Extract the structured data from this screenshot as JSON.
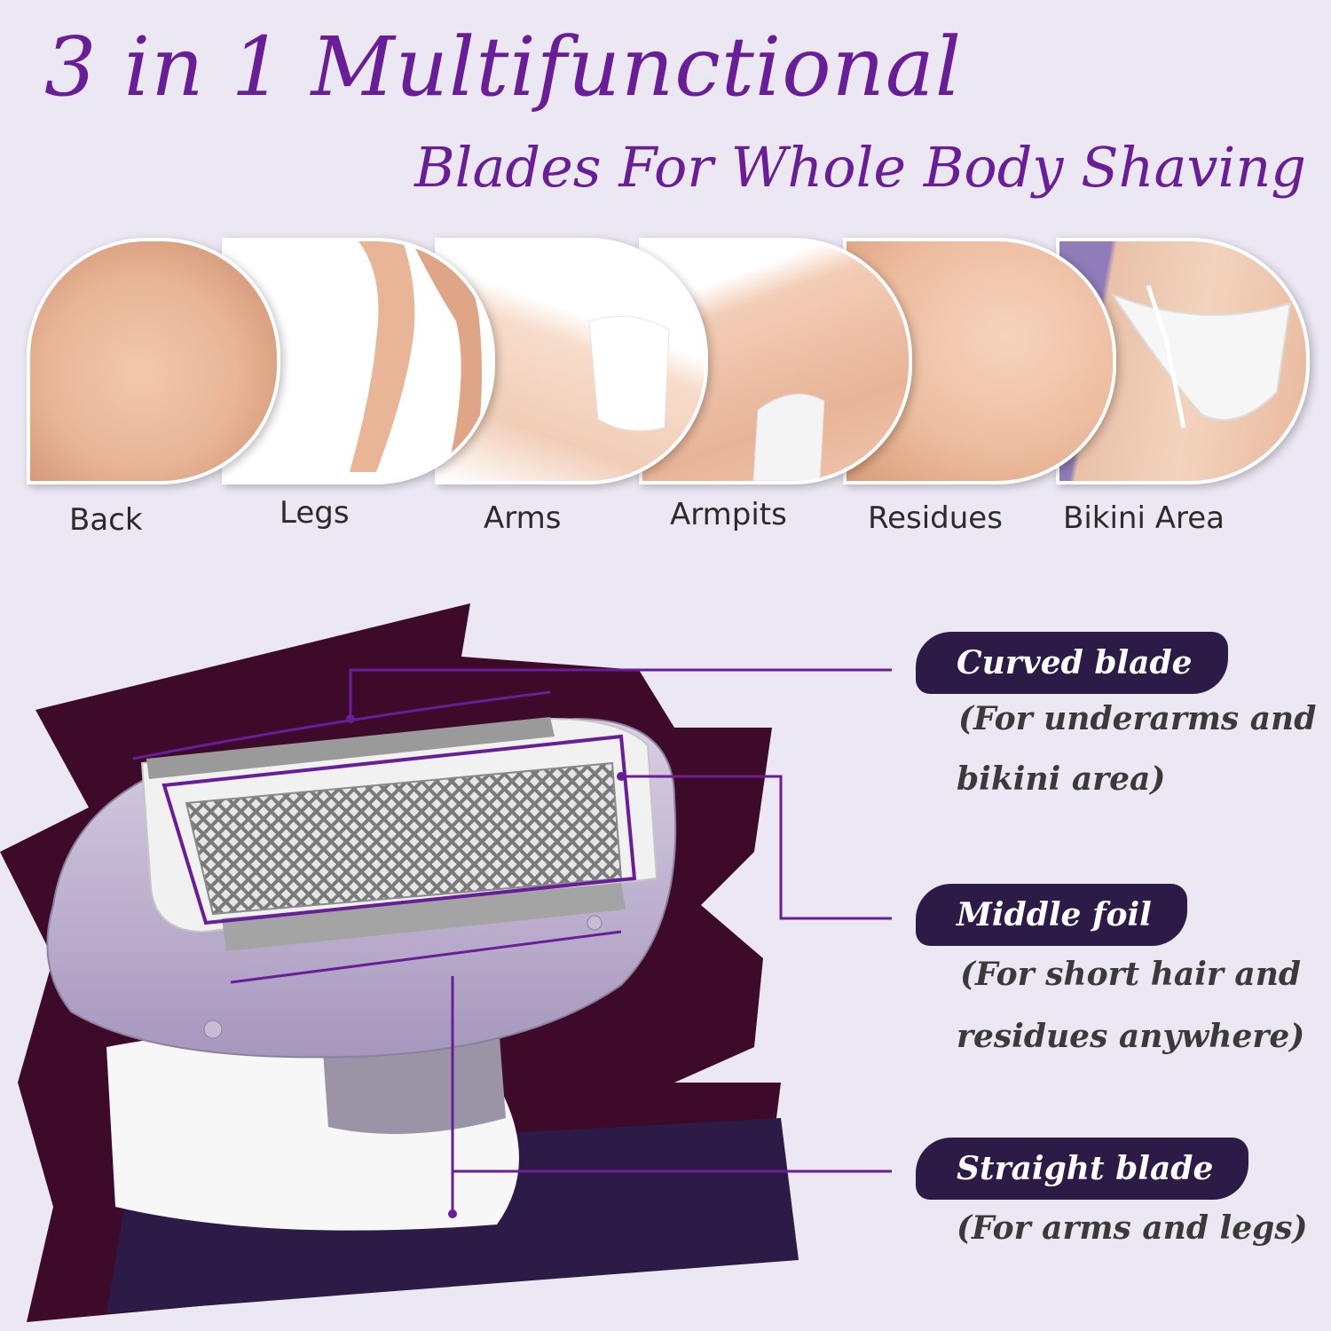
{
  "heading": {
    "line1": "3 in 1 Multifunctional",
    "line2": "Blades For Whole Body Shaving"
  },
  "areas": [
    {
      "label": "Back"
    },
    {
      "label": "Legs"
    },
    {
      "label": "Arms"
    },
    {
      "label": "Armpits"
    },
    {
      "label": "Residues"
    },
    {
      "label": "Bikini Area"
    }
  ],
  "callouts": [
    {
      "title": "Curved blade",
      "desc_line1": "(For underarms and",
      "desc_line2": "bikini area)"
    },
    {
      "title": "Middle foil",
      "desc_line1": "(For short hair and",
      "desc_line2": "residues anywhere)"
    },
    {
      "title": "Straight blade",
      "desc_line1": "(For arms and legs)",
      "desc_line2": ""
    }
  ],
  "colors": {
    "background": "#ebe8f3",
    "heading": "#6a1d98",
    "tag": "#2c1a47",
    "brush": "#3d0a2a",
    "leader_line": "#6a1d98",
    "device": "#b8adc9"
  }
}
